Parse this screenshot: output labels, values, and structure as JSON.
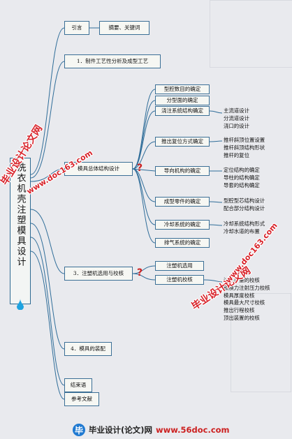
{
  "root": {
    "title": "洗衣机壳注塑模具设计"
  },
  "level1": [
    {
      "id": "intro",
      "label": "引言"
    },
    {
      "id": "abstract",
      "label": "摘要、关键词"
    },
    {
      "id": "process",
      "label": "1．制件工艺性分析及成型工艺"
    },
    {
      "id": "mold",
      "label": "模具总体结构设计"
    },
    {
      "id": "machine",
      "label": "3．注塑机选用与校核"
    },
    {
      "id": "assembly",
      "label": "4．模具的装配"
    },
    {
      "id": "conclusion",
      "label": "结束语"
    },
    {
      "id": "references",
      "label": "参考文献"
    }
  ],
  "mold_children": [
    {
      "label": "型腔数目的确定"
    },
    {
      "label": "分型面的确定"
    },
    {
      "label": "浇注系统结构确定",
      "items": [
        "主流道设计",
        "分流道设计",
        "浇口的设计"
      ]
    },
    {
      "label": "推出复位方式确定",
      "items": [
        "推杆斜顶位置设置",
        "推杆斜顶结构形状",
        "推杆的复位"
      ]
    },
    {
      "label": "导向机构的确定",
      "items": [
        "定位结构的确定",
        "导柱的结构确定",
        "导套的结构确定"
      ]
    },
    {
      "label": "成型零件的确定",
      "items": [
        "型腔型芯结构设计",
        "配合部分结构设计"
      ]
    },
    {
      "label": "冷却系统的确定",
      "items": [
        "冷却系统结构形式",
        "冷却水道的布置"
      ]
    },
    {
      "label": "排气系统的确定"
    }
  ],
  "machine_children": [
    {
      "label": "注塑机选用"
    },
    {
      "label": "注塑机校核",
      "items": [
        "注射容量的校核",
        "锁模力注射压力校核",
        "模具厚度校核",
        "模具最大尺寸校核",
        "推出行程校核",
        "顶出装置的校核"
      ]
    }
  ],
  "marks": {
    "question": "?"
  },
  "watermarks": {
    "left": "毕业设计论文网",
    "left_url": "www.doc163.com",
    "right": "毕业设计论文网",
    "right_url": "www.doc163.com"
  },
  "footer": {
    "logo": "毕",
    "text": "毕业设计(论文)网",
    "url": "www.56doc.com"
  },
  "colors": {
    "line": "#2f6d99",
    "box_border": "#3b6f96",
    "watermark": "#d8232a",
    "question": "#cc2222",
    "drop": "#1ea3e0"
  }
}
